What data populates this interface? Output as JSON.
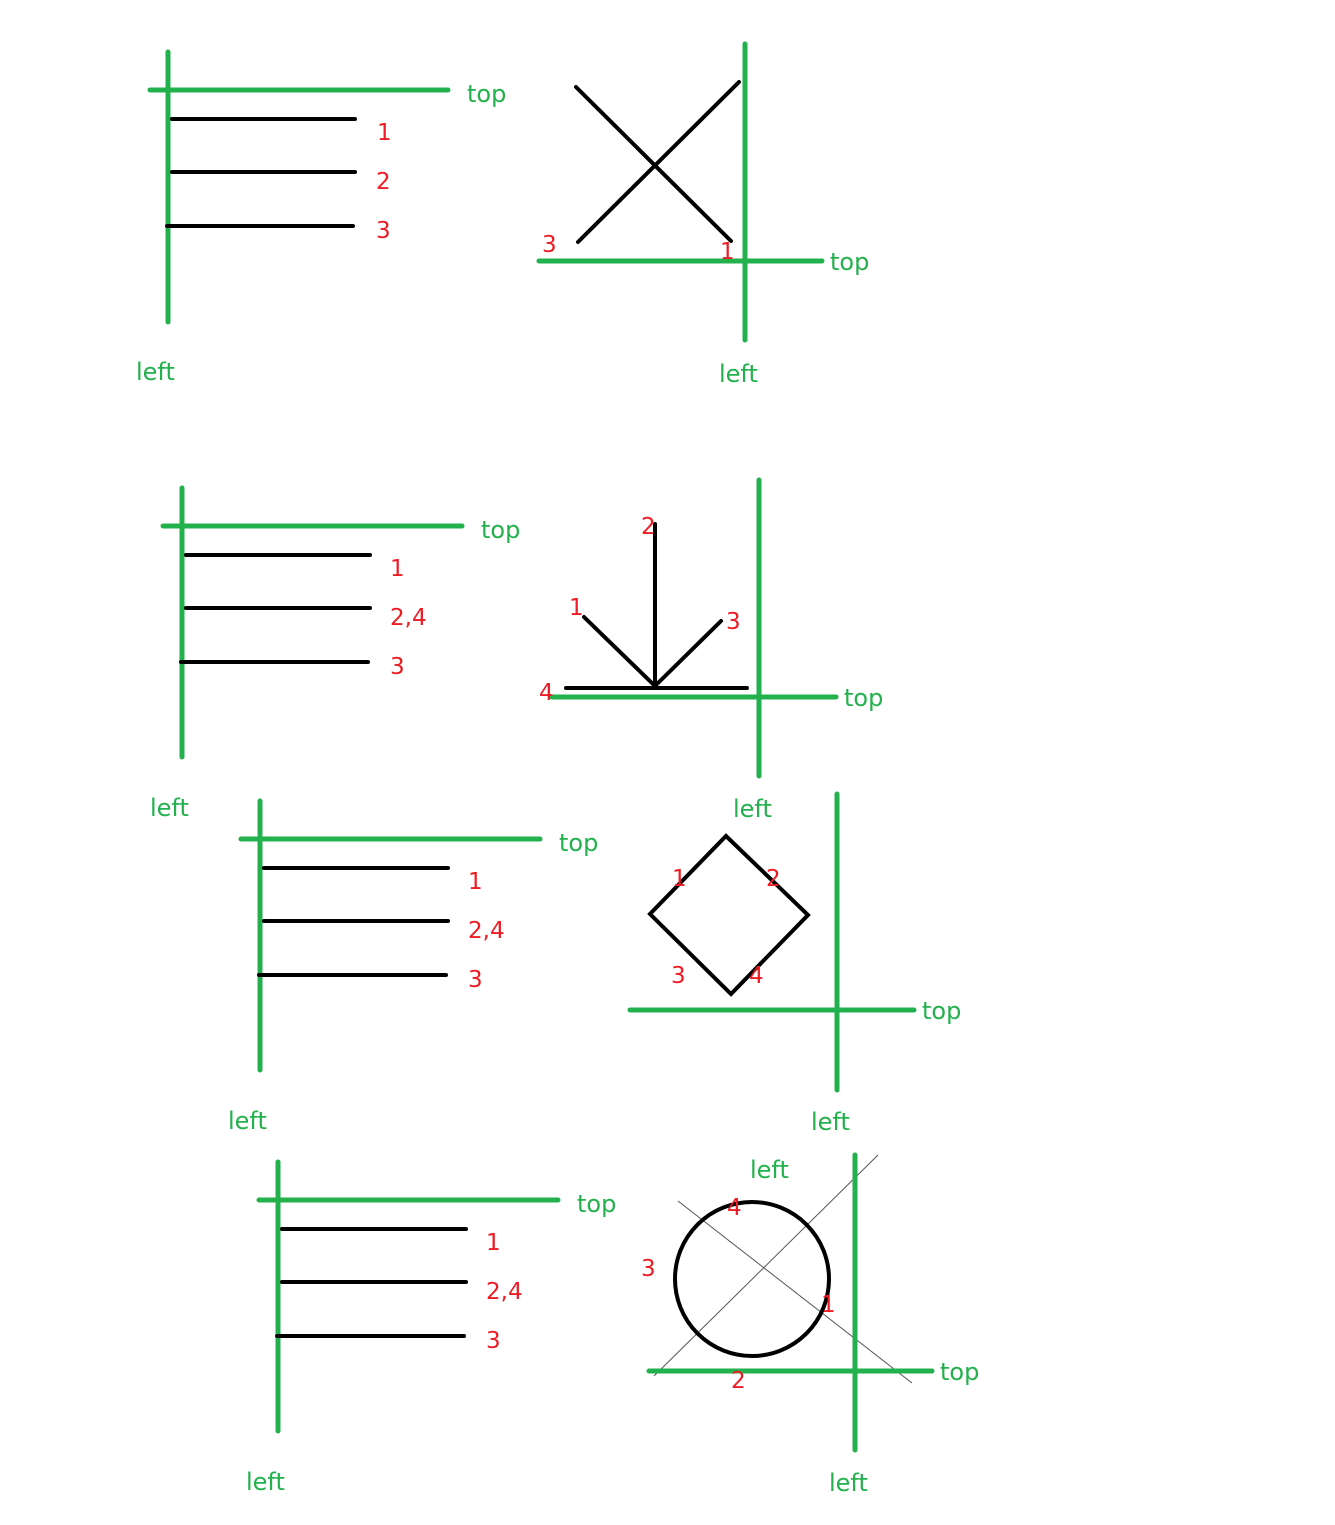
{
  "colors": {
    "axis": "#22b14c",
    "label": "#ed1c24",
    "stroke": "#000000"
  },
  "diagrams": [
    {
      "left": {
        "top": "top",
        "left": "left",
        "lines": [
          "1",
          "2",
          "3"
        ]
      },
      "right": {
        "top": "top",
        "left": "left",
        "marks": [
          "3",
          "1"
        ]
      }
    },
    {
      "left": {
        "top": "top",
        "left": "left",
        "lines": [
          "1",
          "2,4",
          "3"
        ]
      },
      "right": {
        "top": "top",
        "left": "left",
        "marks": [
          "2",
          "1",
          "3",
          "4"
        ]
      }
    },
    {
      "left": {
        "top": "top",
        "left": "left",
        "lines": [
          "1",
          "2,4",
          "3"
        ]
      },
      "right": {
        "top": "top",
        "left": "left",
        "marks": [
          "1",
          "2",
          "3",
          "4"
        ]
      }
    },
    {
      "left": {
        "top": "top",
        "left": "left",
        "lines": [
          "1",
          "2,4",
          "3"
        ]
      },
      "right": {
        "top": "top",
        "left": "left",
        "left_upper": "left",
        "marks": [
          "4",
          "3",
          "1",
          "2"
        ]
      }
    }
  ]
}
